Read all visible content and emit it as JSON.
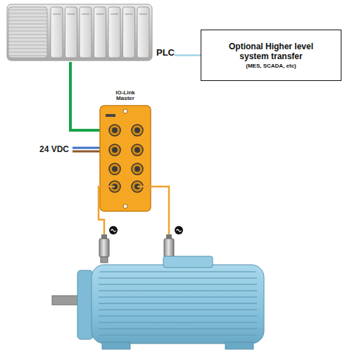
{
  "diagram": {
    "nodes": [
      {
        "text": [
          "PLC"
        ]
      },
      {
        "text": [
          "Optional Higher level system transfer",
          "(MES, SCADA, etc)"
        ]
      },
      {
        "text": [
          "IO-Link Master"
        ]
      }
    ],
    "edges": [
      {
        "from": 0,
        "to": 1,
        "arrow": "none"
      },
      {
        "from": 0,
        "to": 2,
        "arrow": "none"
      }
    ],
    "labels": [
      "24 VDC"
    ]
  }
}
